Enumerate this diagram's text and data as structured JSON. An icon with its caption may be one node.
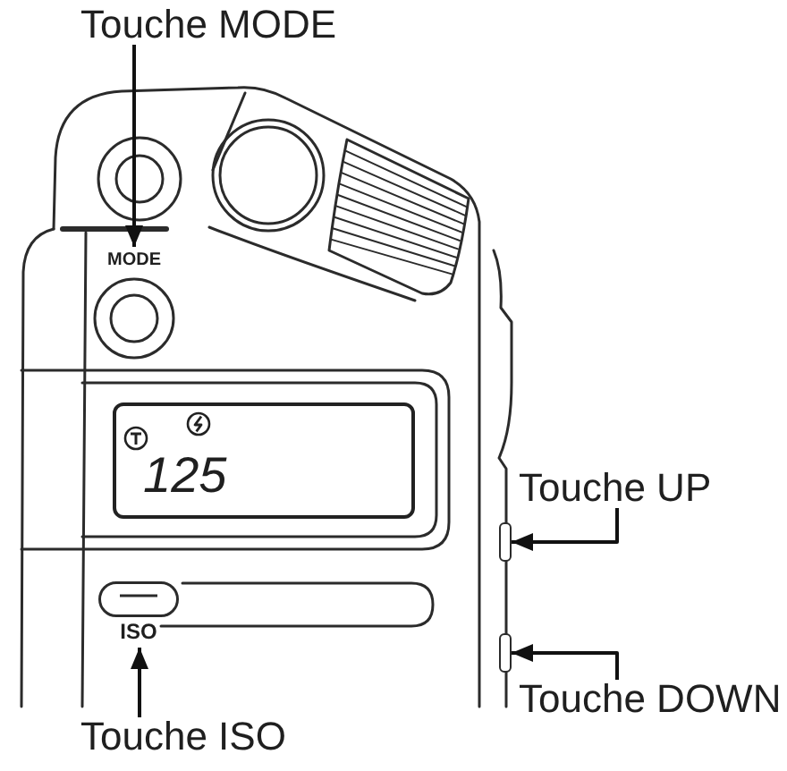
{
  "diagram": {
    "nodes": [
      {
        "text": [
          "Touche MODE"
        ]
      },
      {
        "text": [
          "MODE"
        ]
      },
      {
        "text": [
          "125"
        ]
      },
      {
        "text": [
          "Touche UP"
        ]
      },
      {
        "text": [],
        "shape": "bar"
      },
      {
        "text": [
          "ISO"
        ]
      },
      {
        "text": [],
        "shape": "bar"
      },
      {
        "text": [
          "Touche DOWN"
        ]
      },
      {
        "text": [
          "Touche ISO"
        ]
      }
    ],
    "edges": [
      {
        "from": 0,
        "to": 1,
        "arrow": "to"
      },
      {
        "from": 3,
        "to": 4,
        "arrow": "to"
      },
      {
        "from": 7,
        "to": 6,
        "arrow": "to"
      },
      {
        "from": 8,
        "to": 5,
        "arrow": "to"
      }
    ]
  }
}
